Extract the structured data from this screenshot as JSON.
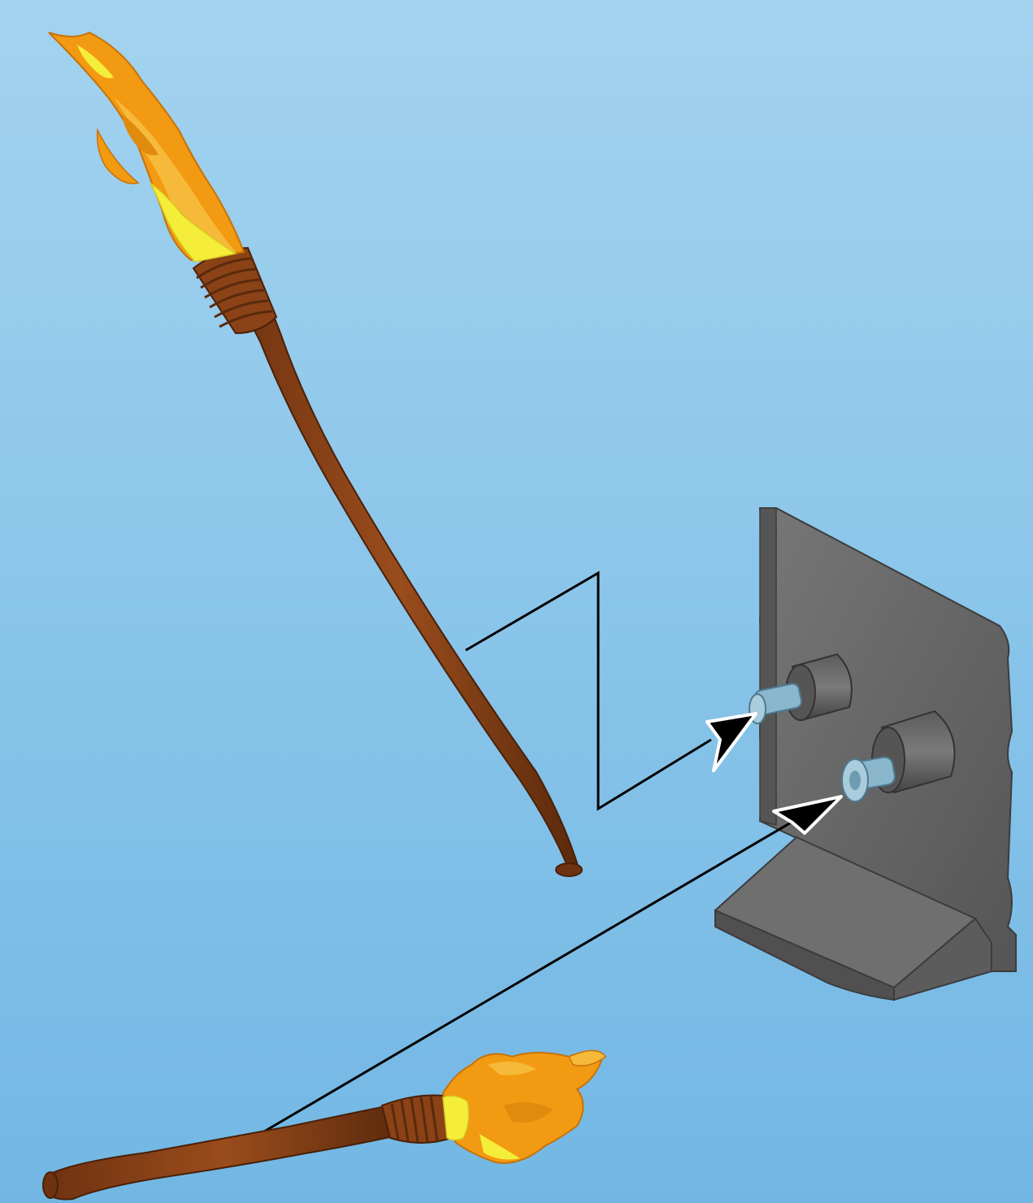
{
  "diagram": {
    "style": "assembly-instruction",
    "background_top": "#a3d3ef",
    "background_bottom": "#72b7e4",
    "parts": [
      {
        "name": "torch",
        "count": 2
      },
      {
        "name": "wall-bracket",
        "count": 1
      }
    ],
    "colors": {
      "torch_wood": "#8a4216",
      "torch_wood_dark": "#5a2a0c",
      "flame_orange": "#f29a12",
      "flame_yellow": "#f4ee3a",
      "bracket_gray": "#6b6b6b",
      "bracket_dark": "#4a4a4a",
      "peg_blue": "#8bb7cc",
      "arrow_fill": "#000000",
      "arrow_outline": "#ffffff",
      "leader_line": "#000000"
    }
  }
}
